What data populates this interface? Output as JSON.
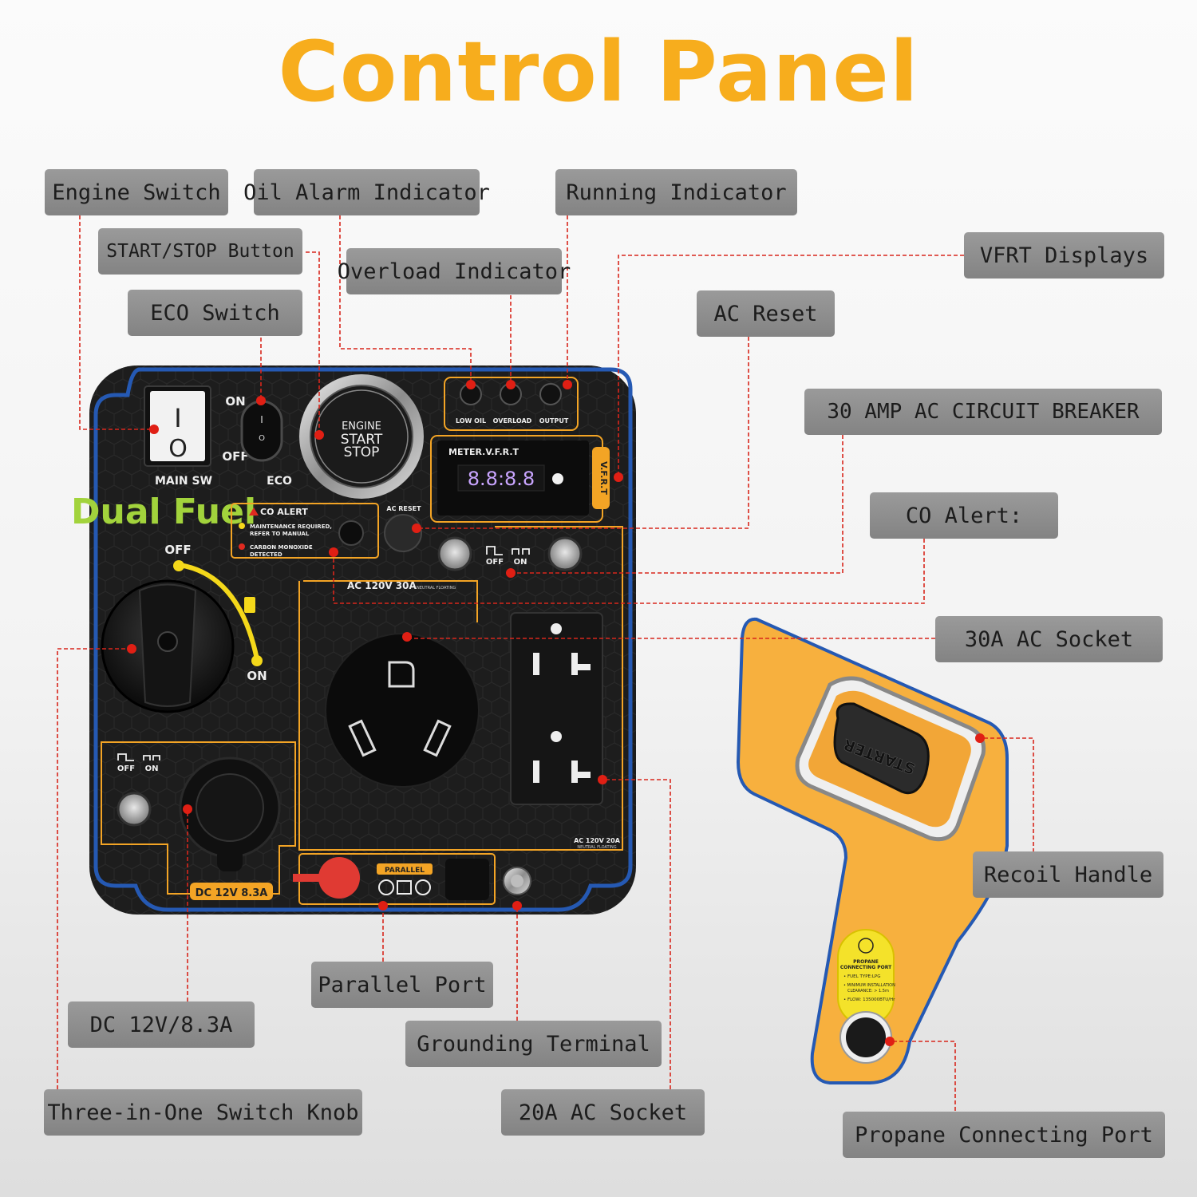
{
  "title": "Control Panel",
  "callouts": {
    "engine_switch": "Engine Switch",
    "start_stop_button": "START/STOP Button",
    "eco_switch": "ECO Switch",
    "oil_alarm_indicator": "Oil Alarm Indicator",
    "overload_indicator": "Overload Indicator",
    "running_indicator": "Running Indicator",
    "vfrt_displays": "VFRT Displays",
    "ac_reset": "AC Reset",
    "circuit_breaker": "30 AMP AC CIRCUIT BREAKER",
    "co_alert": "CO Alert:",
    "socket_30a": "30A AC Socket",
    "recoil_handle": "Recoil Handle",
    "parallel_port": "Parallel Port",
    "dc_12v": "DC 12V/8.3A",
    "grounding_terminal": "Grounding Terminal",
    "three_in_one_knob": "Three-in-One Switch Knob",
    "socket_20a": "20A AC Socket",
    "propane_port": "Propane Connecting Port"
  },
  "panel": {
    "main_sw_label": "MAIN SW",
    "main_sw_on": "I",
    "main_sw_off": "O",
    "eco_on": "ON",
    "eco_off": "OFF",
    "eco_label": "ECO",
    "eco_rocker_on": "I",
    "eco_rocker_off": "O",
    "engine_button_line1": "ENGINE",
    "engine_button_line2": "START",
    "engine_button_line3": "STOP",
    "low_oil": "LOW OIL",
    "overload": "OVERLOAD",
    "output": "OUTPUT",
    "meter_label": "METER.V.F.R.T",
    "meter_value": "8.8:8.8",
    "vfrt_tab": "V.F.R.T",
    "brand": "Dual Fuel",
    "co_alert_title": "CO ALERT",
    "co_alert_line1": "MAINTENANCE REQUIRED,",
    "co_alert_line2": "REFER TO MANUAL",
    "co_alert_line3": "CARBON MONOXIDE",
    "co_alert_line4": "DETECTED",
    "ac_reset_label": "AC RESET",
    "breaker_off": "OFF",
    "breaker_on": "ON",
    "knob_off": "OFF",
    "knob_on": "ON",
    "ac_30a_label": "AC 120V 30A",
    "ac_30a_sub": "NEUTRAL FLOATING",
    "ac_20a_label": "AC 120V 20A",
    "ac_20a_sub": "NEUTRAL FLOATING",
    "dc_off": "OFF",
    "dc_on": "ON",
    "dc_label": "DC 12V 8.3A",
    "parallel_label": "PARALLEL"
  },
  "handle": {
    "starter_label": "STARTER",
    "propane_title_1": "PROPANE",
    "propane_title_2": "CONNECTING PORT",
    "fuel_type": "• FUEL TYPE:LPG",
    "min_install_1": "• MINIMUM INSTALLATION",
    "min_install_2": "CLEARANCE: > 1.5m",
    "flow": "• FLOW: 135000BTU/Hr"
  },
  "colors": {
    "title": "#f7ad1d",
    "callout_bg": "#8f8f8f",
    "leader_line": "#d8261c",
    "panel_bg": "#1d1d1d",
    "panel_border": "#2559b3",
    "accent_orange": "#f3a425",
    "handle_fill": "#f7b03e",
    "brand_green": "#a2d33c",
    "brand_yellow": "#f4d81a"
  }
}
